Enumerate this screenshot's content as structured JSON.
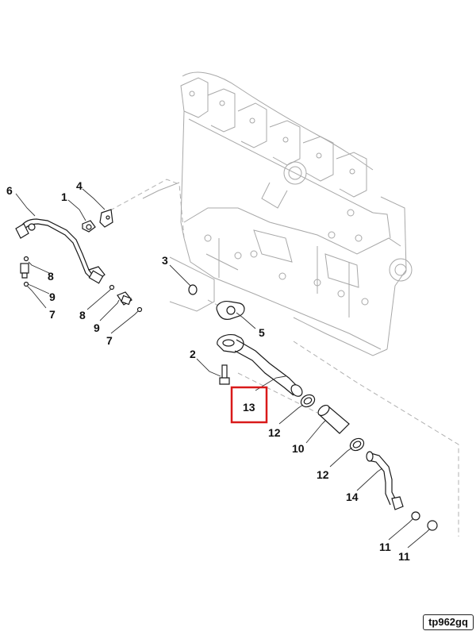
{
  "diagram": {
    "callouts": {
      "c1": "1",
      "c2": "2",
      "c3": "3",
      "c4": "4",
      "c5": "5",
      "c6": "6",
      "c7a": "7",
      "c7b": "7",
      "c8a": "8",
      "c8b": "8",
      "c9a": "9",
      "c9b": "9",
      "c10": "10",
      "c11a": "11",
      "c11b": "11",
      "c12a": "12",
      "c12b": "12",
      "c13": "13",
      "c14": "14"
    },
    "highlighted_part": "13",
    "drawing_code": "tp962gq",
    "colors": {
      "highlight": "#d91a1a",
      "ink": "#1a1a1a",
      "ghost": "#a8a8a8"
    }
  }
}
